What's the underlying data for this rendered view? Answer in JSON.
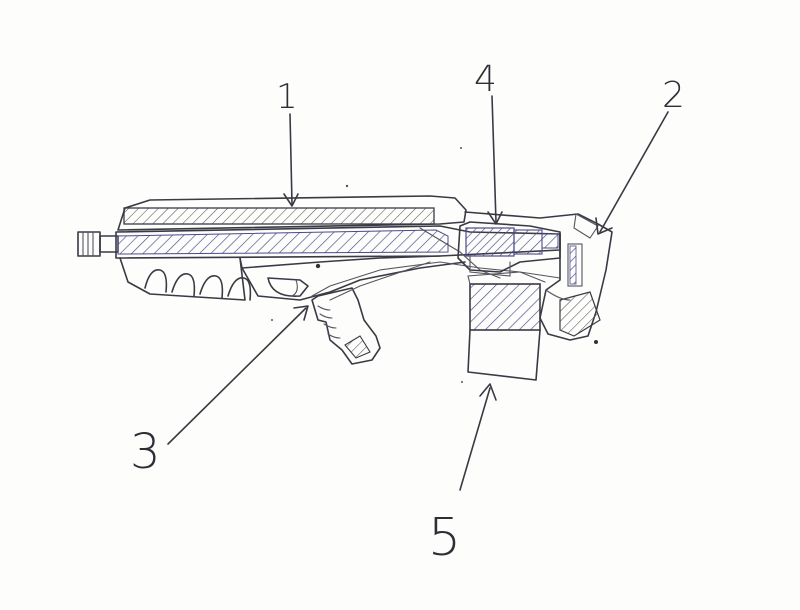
{
  "labels": {
    "l1": "1",
    "l2": "2",
    "l3": "3",
    "l4": "4",
    "l5": "5"
  },
  "colors": {
    "pencil": "#3a3a44",
    "hatch": "#4a4a8c",
    "paper": "#fdfdfc"
  }
}
